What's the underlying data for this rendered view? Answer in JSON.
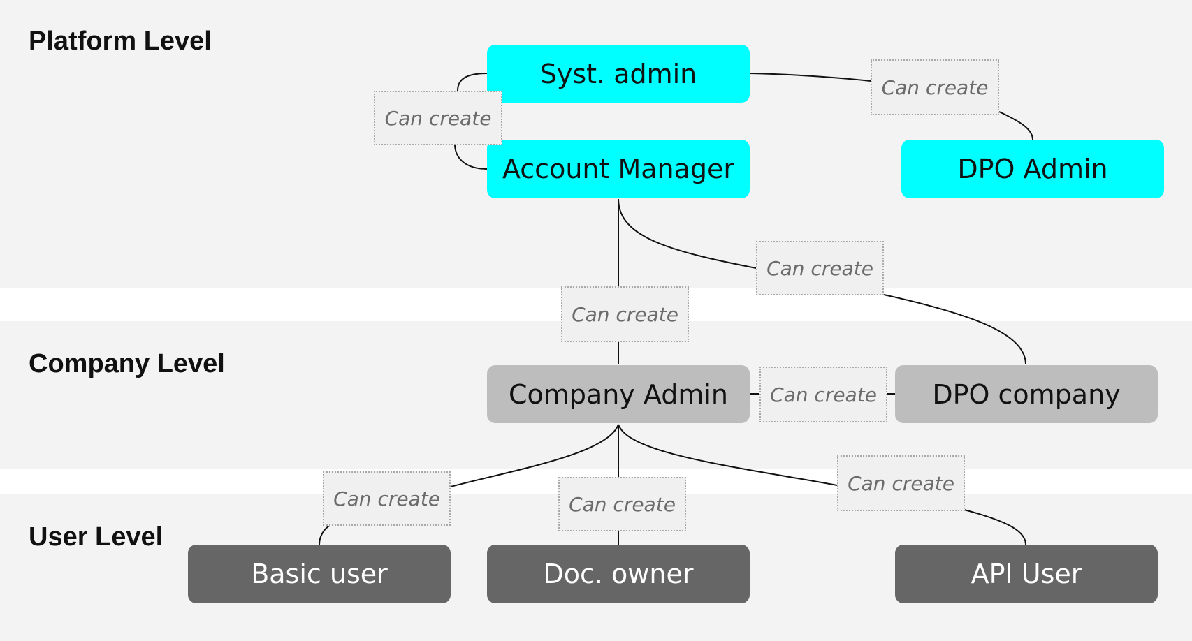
{
  "levels": {
    "platform": "Platform Level",
    "company": "Company Level",
    "user": "User Level"
  },
  "roles": {
    "syst_admin": "Syst. admin",
    "account_manager": "Account Manager",
    "dpo_admin": "DPO Admin",
    "company_admin": "Company Admin",
    "dpo_company": "DPO company",
    "basic_user": "Basic user",
    "doc_owner": "Doc. owner",
    "api_user": "API User"
  },
  "edge_label": "Can create",
  "colors": {
    "platform_role": "#00ffff",
    "company_role": "#bdbdbd",
    "user_role": "#666666",
    "band": "#f3f3f3"
  }
}
